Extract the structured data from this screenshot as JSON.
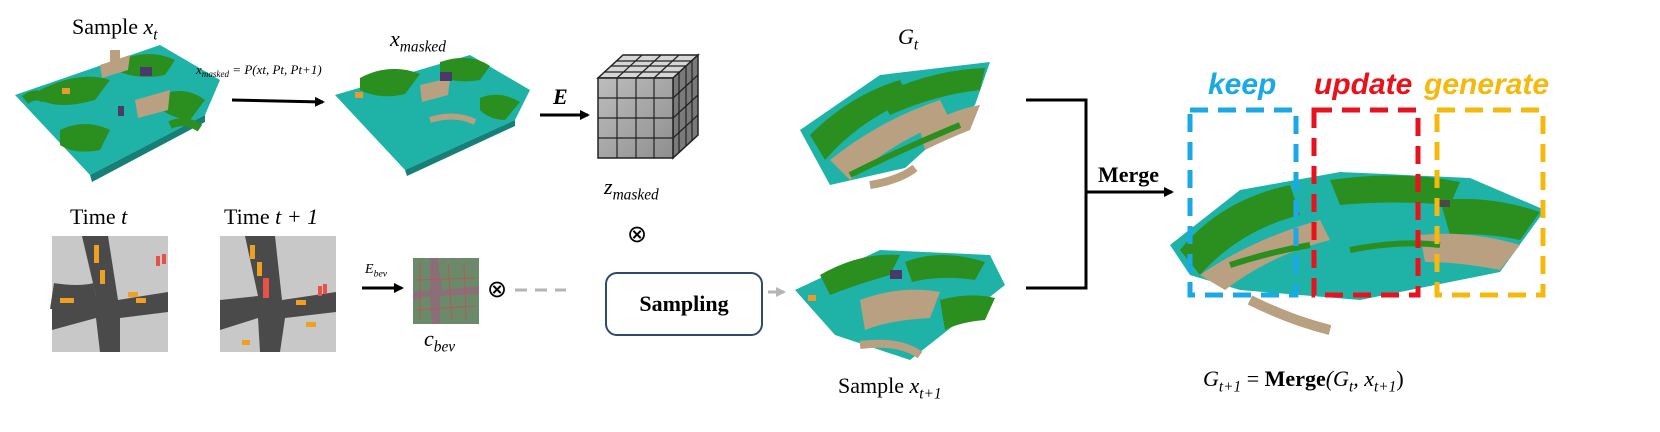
{
  "labels": {
    "sample_xt": "Sample",
    "sample_xt_var": "x",
    "sample_xt_sub": "t",
    "x_masked_var": "x",
    "x_masked_sub": "masked",
    "projection_lhs": "x",
    "projection_lhs_sub": "masked",
    "projection_rhs": "= P(x",
    "projection_args": "t, Pt, Pt+1)",
    "encoder": "E",
    "z_masked_var": "z",
    "z_masked_sub": "masked",
    "time_t": "Time",
    "time_t_var": "t",
    "time_t1": "Time",
    "time_t1_var": "t + 1",
    "e_bev_var": "E",
    "e_bev_sub": "bev",
    "c_bev_var": "c",
    "c_bev_sub": "bev",
    "otimes": "⊗",
    "sampling": "Sampling",
    "g_t_var": "G",
    "g_t_sub": "t",
    "sample_xt1": "Sample",
    "sample_xt1_var": "x",
    "sample_xt1_sub": "t+1",
    "merge": "Merge",
    "keep": "keep",
    "update": "update",
    "generate": "generate",
    "formula_lhs": "G",
    "formula_lhs_sub": "t+1",
    "formula_eq": " = ",
    "formula_merge": "Merge",
    "formula_args_open": "(G",
    "formula_args_sub1": "t",
    "formula_args_mid": ", x",
    "formula_args_sub2": "t+1",
    "formula_args_close": ")"
  },
  "colors": {
    "keep": "#1aa8e6",
    "update": "#e8121c",
    "generate": "#f5b80d",
    "ground": "#1fb3a8",
    "vegetation": "#2a8f1e",
    "terrain": "#b9a080",
    "road": "#4a4a4a",
    "bev_bg": "#c8c8c8",
    "vehicle": "#f0a020",
    "sampling_border": "#2e4a6b",
    "dashed_arrow": "#b5b5b5"
  }
}
